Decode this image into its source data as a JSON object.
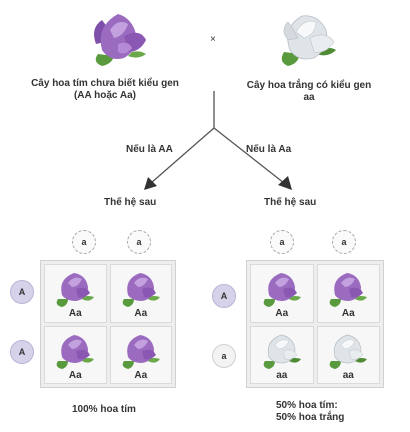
{
  "parents": {
    "purple_label": "Cây hoa tím chưa biết kiểu gen\n(AA hoặc Aa)",
    "cross_symbol": "×",
    "white_label": "Cây hoa trắng có kiểu gen\naa"
  },
  "branches": {
    "left_condition": "Nếu là AA",
    "right_condition": "Nếu là Aa",
    "left_offspring": "Thế hệ sau",
    "right_offspring": "Thế hệ sau"
  },
  "punnett_left": {
    "col_alleles": [
      "a",
      "a"
    ],
    "row_alleles": [
      "A",
      "A"
    ],
    "cells": [
      {
        "genotype": "Aa",
        "flower": "purple"
      },
      {
        "genotype": "Aa",
        "flower": "purple"
      },
      {
        "genotype": "Aa",
        "flower": "purple"
      },
      {
        "genotype": "Aa",
        "flower": "purple"
      }
    ],
    "result": "100% hoa tím"
  },
  "punnett_right": {
    "col_alleles": [
      "a",
      "a"
    ],
    "row_alleles": [
      "A",
      "a"
    ],
    "cells": [
      {
        "genotype": "Aa",
        "flower": "purple"
      },
      {
        "genotype": "Aa",
        "flower": "purple"
      },
      {
        "genotype": "aa",
        "flower": "white"
      },
      {
        "genotype": "aa",
        "flower": "white"
      }
    ],
    "result": "50% hoa tím:\n50% hoa trắng"
  },
  "colors": {
    "purple_petal": "#9b6bc0",
    "purple_petal_light": "#c3a1de",
    "white_petal": "#eef1f3",
    "leaf_green": "#4f9a3c",
    "arrow": "#555555"
  }
}
